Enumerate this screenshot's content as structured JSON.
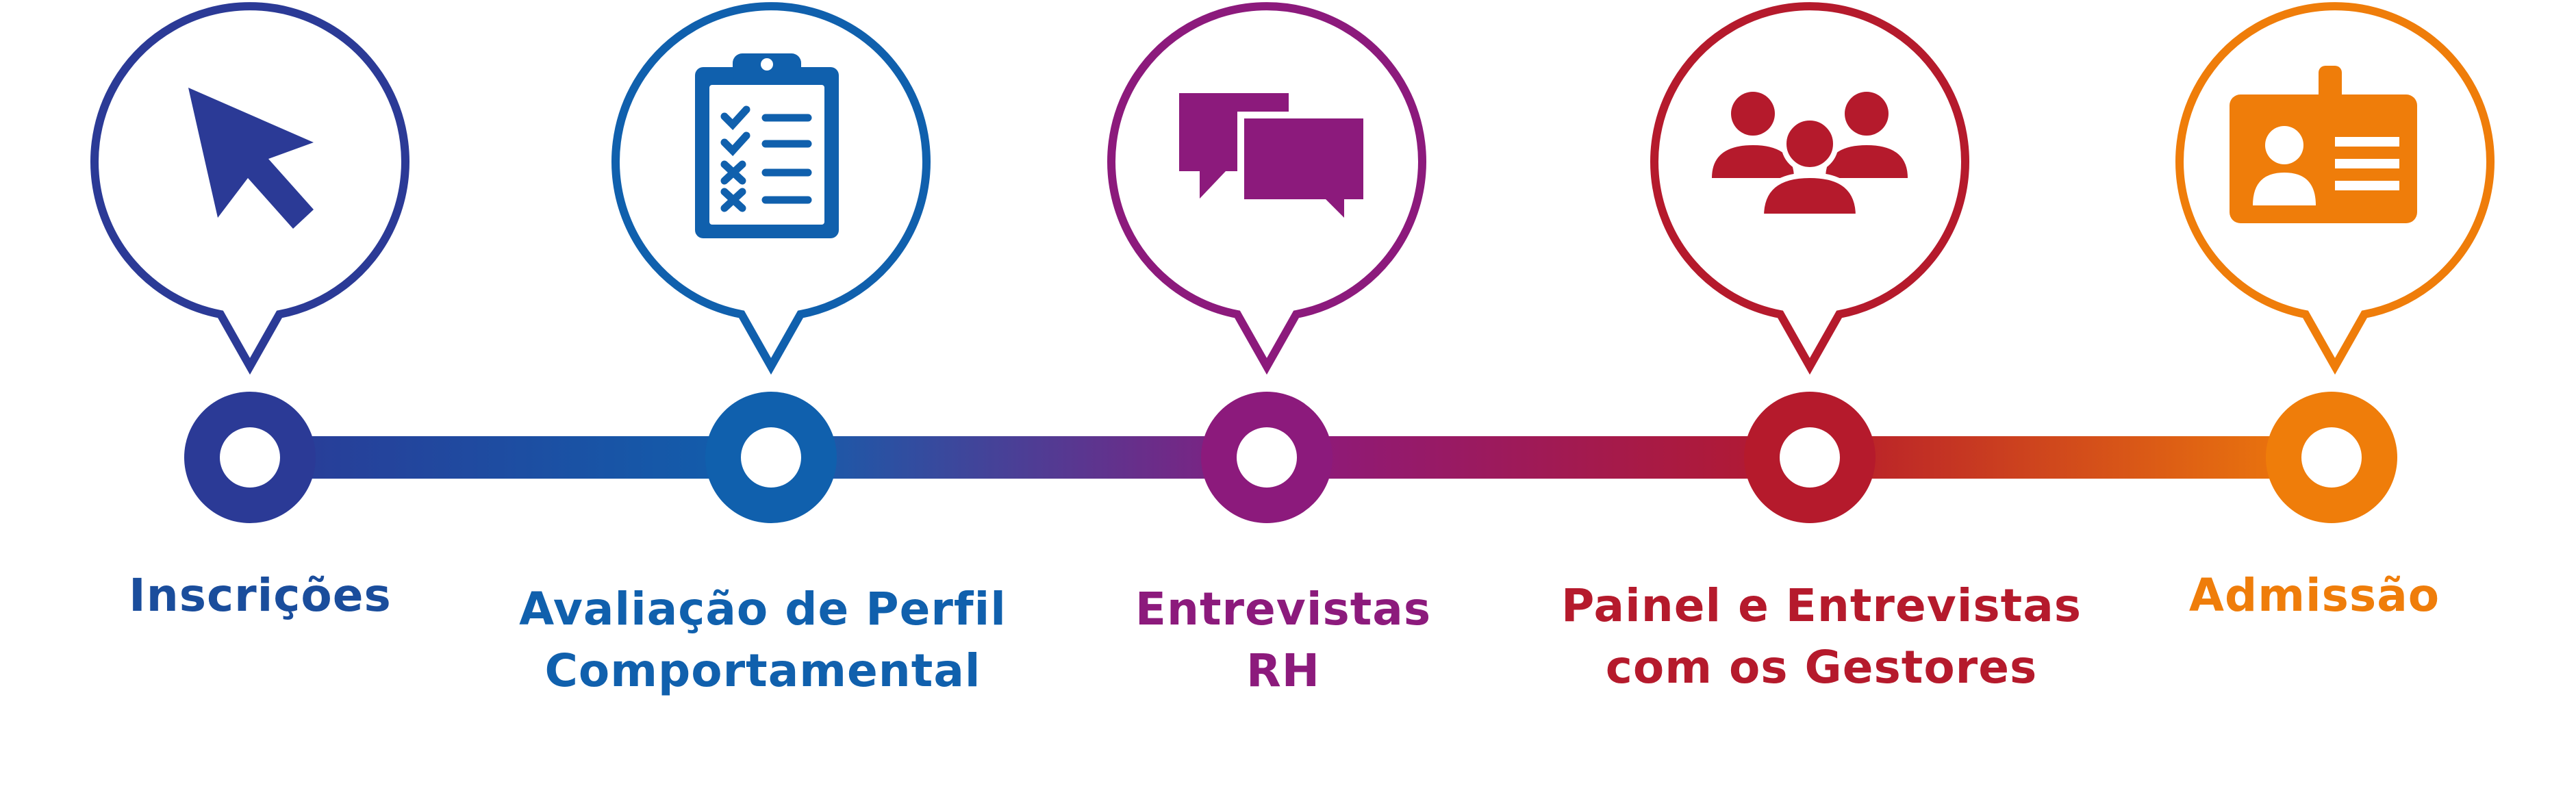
{
  "colors": {
    "step1": "#2b3a96",
    "step2": "#1060ad",
    "step3": "#8c1a7c",
    "step4": "#b51a2c",
    "step5": "#ef7d0a"
  },
  "steps": [
    {
      "id": "inscricoes",
      "icon": "cursor-icon",
      "label_lines": [
        "Inscrições"
      ]
    },
    {
      "id": "avaliacao",
      "icon": "clipboard-checklist-icon",
      "label_lines": [
        "Avaliação de Perfil",
        "Comportamental"
      ]
    },
    {
      "id": "entrevistas-rh",
      "icon": "chat-bubbles-icon",
      "label_lines": [
        "Entrevistas",
        "RH"
      ]
    },
    {
      "id": "painel",
      "icon": "group-icon",
      "label_lines": [
        "Painel e Entrevistas",
        "com os Gestores"
      ]
    },
    {
      "id": "admissao",
      "icon": "id-badge-icon",
      "label_lines": [
        "Admissão"
      ]
    }
  ]
}
